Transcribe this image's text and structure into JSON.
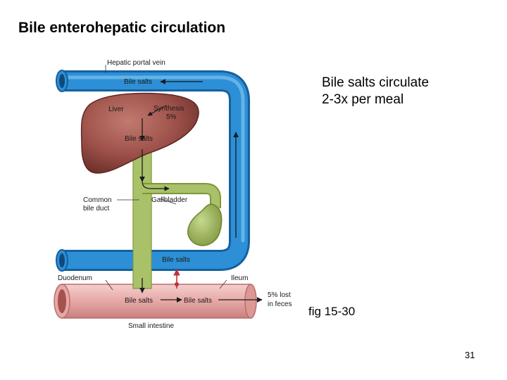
{
  "slide": {
    "title": "Bile enterohepatic circulation",
    "note_lines": [
      "Bile salts circulate",
      "2-3x per meal"
    ],
    "figure_ref": "fig 15-30",
    "page_number": "31"
  },
  "diagram": {
    "labels": {
      "hepatic_portal_vein": "Hepatic portal vein",
      "bile_salts_top": "Bile salts",
      "liver": "Liver",
      "synthesis_line1": "Synthesis",
      "synthesis_line2": "5%",
      "bile_salts_liver": "Bile salts",
      "common_bile_duct_line1": "Common",
      "common_bile_duct_line2": "bile duct",
      "gallbladder": "Gallbladder",
      "bile_salts_ileum": "Bile salts",
      "duodenum": "Duodenum",
      "ileum": "Ileum",
      "bile_salts_intestine_left": "Bile salts",
      "bile_salts_intestine_right": "Bile salts",
      "lost_line1": "5% lost",
      "lost_line2": "in feces",
      "small_intestine": "Small intestine"
    },
    "colors": {
      "portal_vein": "#2d8fd6",
      "bile_duct": "#a9c26a",
      "liver": "#9c5049",
      "gallbladder": "#98b04e",
      "intestine": "#e6a8a6"
    }
  }
}
